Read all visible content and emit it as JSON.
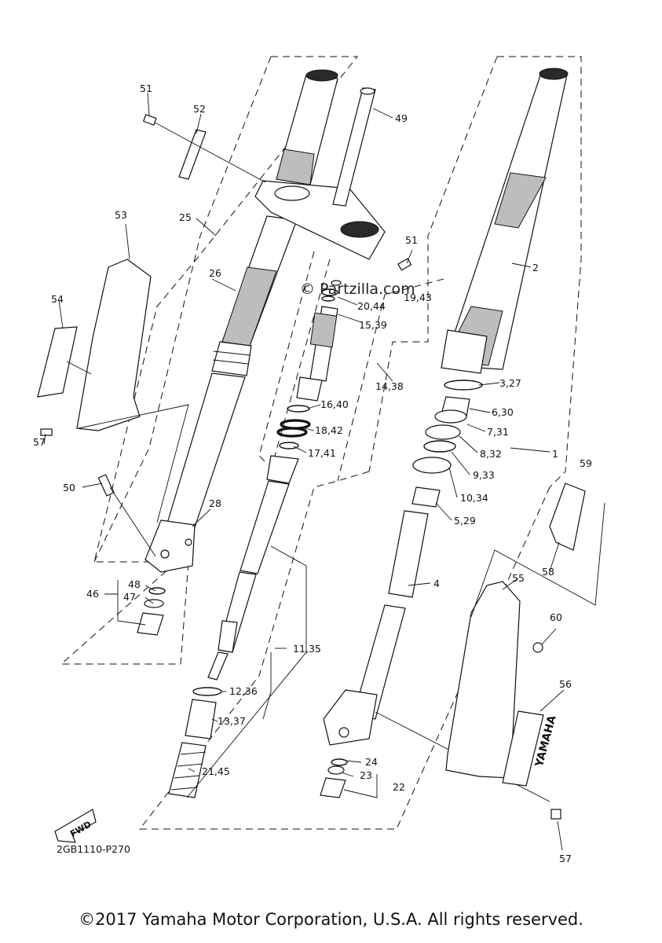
{
  "watermark": "© Partzilla.com",
  "diagram_code": "2GB1110-P270",
  "fwd_label": "FWD",
  "brand_decal": "YAMAHA",
  "copyright": "©2017 Yamaha Motor Corporation, U.S.A. All rights reserved.",
  "callouts": [
    "51",
    "52",
    "49",
    "53",
    "25",
    "51",
    "26",
    "2",
    "54",
    "20,44",
    "19,43",
    "15,39",
    "14,38",
    "3,27",
    "6,30",
    "16,40",
    "18,42",
    "7,31",
    "57",
    "17,41",
    "8,32",
    "1",
    "59",
    "9,33",
    "50",
    "10,34",
    "28",
    "5,29",
    "58",
    "48",
    "55",
    "46",
    "47",
    "4",
    "60",
    "11,35",
    "12,36",
    "56",
    "13,37",
    "24",
    "23",
    "22",
    "21,45",
    "57"
  ]
}
